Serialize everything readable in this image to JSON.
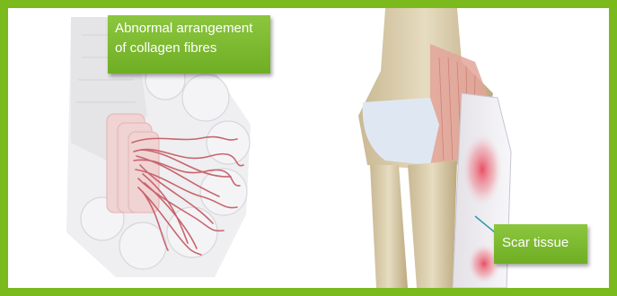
{
  "annotations": {
    "collagen_label": {
      "line1": "Abnormal arrangement",
      "line2": "of collagen fibres"
    },
    "scar_label": "Scar tissue"
  },
  "colors": {
    "frame_border": "#7aba1c",
    "label_fill": "#7fb92e",
    "label_text": "#ffffff",
    "leader_line": "#2e9aa8"
  },
  "illustrations": {
    "left": "tendon-fibre-bundle-cross-section",
    "right": "elbow-joint-with-lateral-scar-tissue"
  }
}
